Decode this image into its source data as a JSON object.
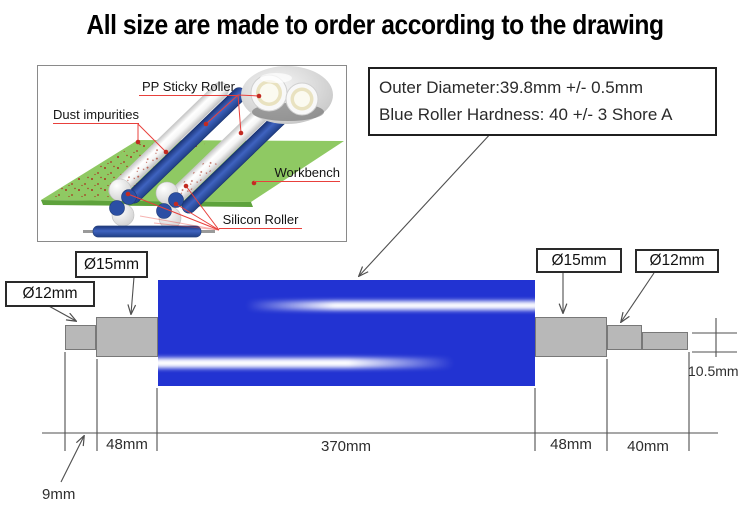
{
  "title": "All size are made to order according to the drawing",
  "spec_box": {
    "line1": "Outer Diameter:39.8mm +/- 0.5mm",
    "line2": "Blue Roller Hardness: 40 +/- 3 Shore A"
  },
  "inset": {
    "pp_label": "PP Sticky Roller",
    "dust_label": "Dust impurities",
    "workbench_label": "Workbench",
    "silicon_label": "Silicon Roller"
  },
  "drawing": {
    "labels": {
      "left_d12": "Ø12mm",
      "left_d15": "Ø15mm",
      "right_d15": "Ø15mm",
      "right_d12": "Ø12mm"
    },
    "dimensions": {
      "left_stub": "9mm",
      "left_shaft": "48mm",
      "body": "370mm",
      "right_shaft": "48mm",
      "right_end": "40mm",
      "step_height": "10.5mm"
    }
  },
  "colors": {
    "roller_blue": "#2233d2",
    "shaft_gray": "#b8b8b8",
    "workbench_green": "#8fc963",
    "silicon_navy": "#2b4fa4",
    "accent_red": "#e8403c",
    "line": "#4f4f4f"
  }
}
